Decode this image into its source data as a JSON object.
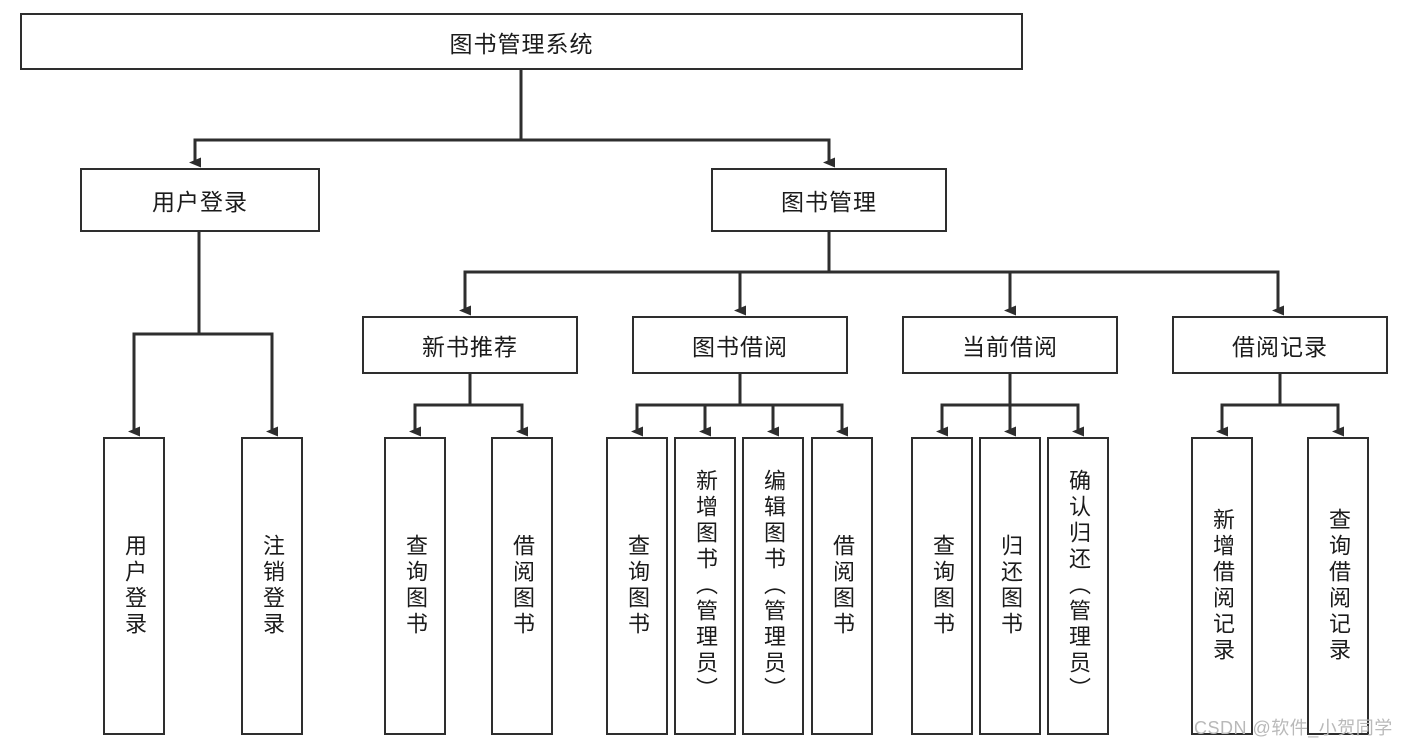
{
  "diagram": {
    "title": "图书管理系统",
    "watermark": "CSDN @软件_小贺同学",
    "stroke_color": "#2e2e2e",
    "background_color": "#ffffff",
    "text_color": "#1b1b1b",
    "nodes": {
      "root": {
        "label": "图书管理系统"
      },
      "level2": [
        {
          "id": "user-login",
          "label": "用户登录"
        },
        {
          "id": "book-management",
          "label": "图书管理"
        }
      ],
      "level3": [
        {
          "id": "new-book-recommend",
          "label": "新书推荐"
        },
        {
          "id": "book-borrow",
          "label": "图书借阅"
        },
        {
          "id": "current-borrow",
          "label": "当前借阅"
        },
        {
          "id": "borrow-record",
          "label": "借阅记录"
        }
      ],
      "leaves": [
        {
          "id": "leaf-user-login",
          "label": "用户登录",
          "parent": "user-login"
        },
        {
          "id": "leaf-user-logout",
          "label": "注销登录",
          "parent": "user-login"
        },
        {
          "id": "leaf-query-book-1",
          "label": "查询图书",
          "parent": "new-book-recommend"
        },
        {
          "id": "leaf-borrow-book-1",
          "label": "借阅图书",
          "parent": "new-book-recommend"
        },
        {
          "id": "leaf-query-book-2",
          "label": "查询图书",
          "parent": "book-borrow"
        },
        {
          "id": "leaf-add-book",
          "label": "新增图书（管理员）",
          "parent": "book-borrow"
        },
        {
          "id": "leaf-edit-book",
          "label": "编辑图书（管理员）",
          "parent": "book-borrow"
        },
        {
          "id": "leaf-borrow-book-2",
          "label": "借阅图书",
          "parent": "book-borrow"
        },
        {
          "id": "leaf-query-book-3",
          "label": "查询图书",
          "parent": "current-borrow"
        },
        {
          "id": "leaf-return-book",
          "label": "归还图书",
          "parent": "current-borrow"
        },
        {
          "id": "leaf-confirm-return",
          "label": "确认归还（管理员）",
          "parent": "current-borrow"
        },
        {
          "id": "leaf-add-record",
          "label": "新增借阅记录",
          "parent": "borrow-record"
        },
        {
          "id": "leaf-query-record",
          "label": "查询借阅记录",
          "parent": "borrow-record"
        }
      ]
    }
  }
}
